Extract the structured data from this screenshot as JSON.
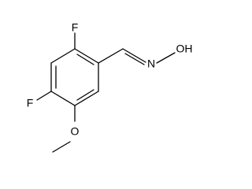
{
  "molecule": {
    "atoms": {
      "f_top": "F",
      "f_left": "F",
      "n": "N",
      "oh": "OH",
      "o_methoxy": "O"
    }
  },
  "colors": {
    "ink": "#000000",
    "background": "#ffffff"
  }
}
